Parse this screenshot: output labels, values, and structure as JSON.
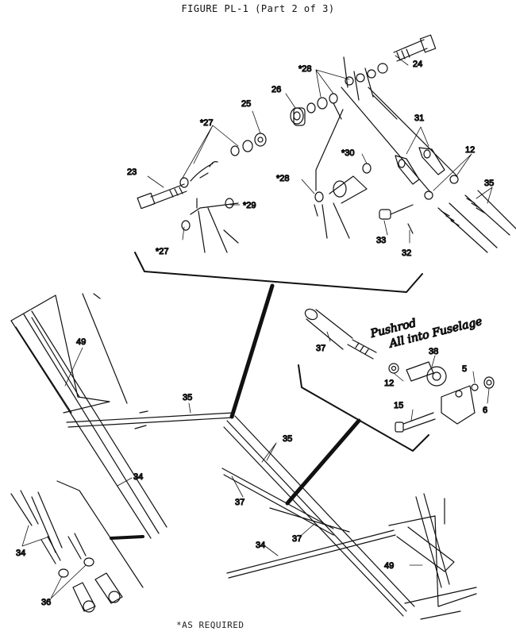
{
  "title": "FIGURE PL-1 (Part 2 of 3)",
  "footnote": "*AS REQUIRED",
  "handwritten_note": [
    "Pushrod",
    "All into Fuselage"
  ],
  "callouts": [
    "*28",
    "24",
    "26",
    "25",
    "*27",
    "31",
    "*30",
    "12",
    "23",
    "*28",
    "35",
    "*29",
    "*27",
    "33",
    "32",
    "49",
    "37",
    "38",
    "12",
    "5",
    "6",
    "15",
    "35",
    "35",
    "34",
    "37",
    "37",
    "34",
    "49",
    "34",
    "36"
  ]
}
